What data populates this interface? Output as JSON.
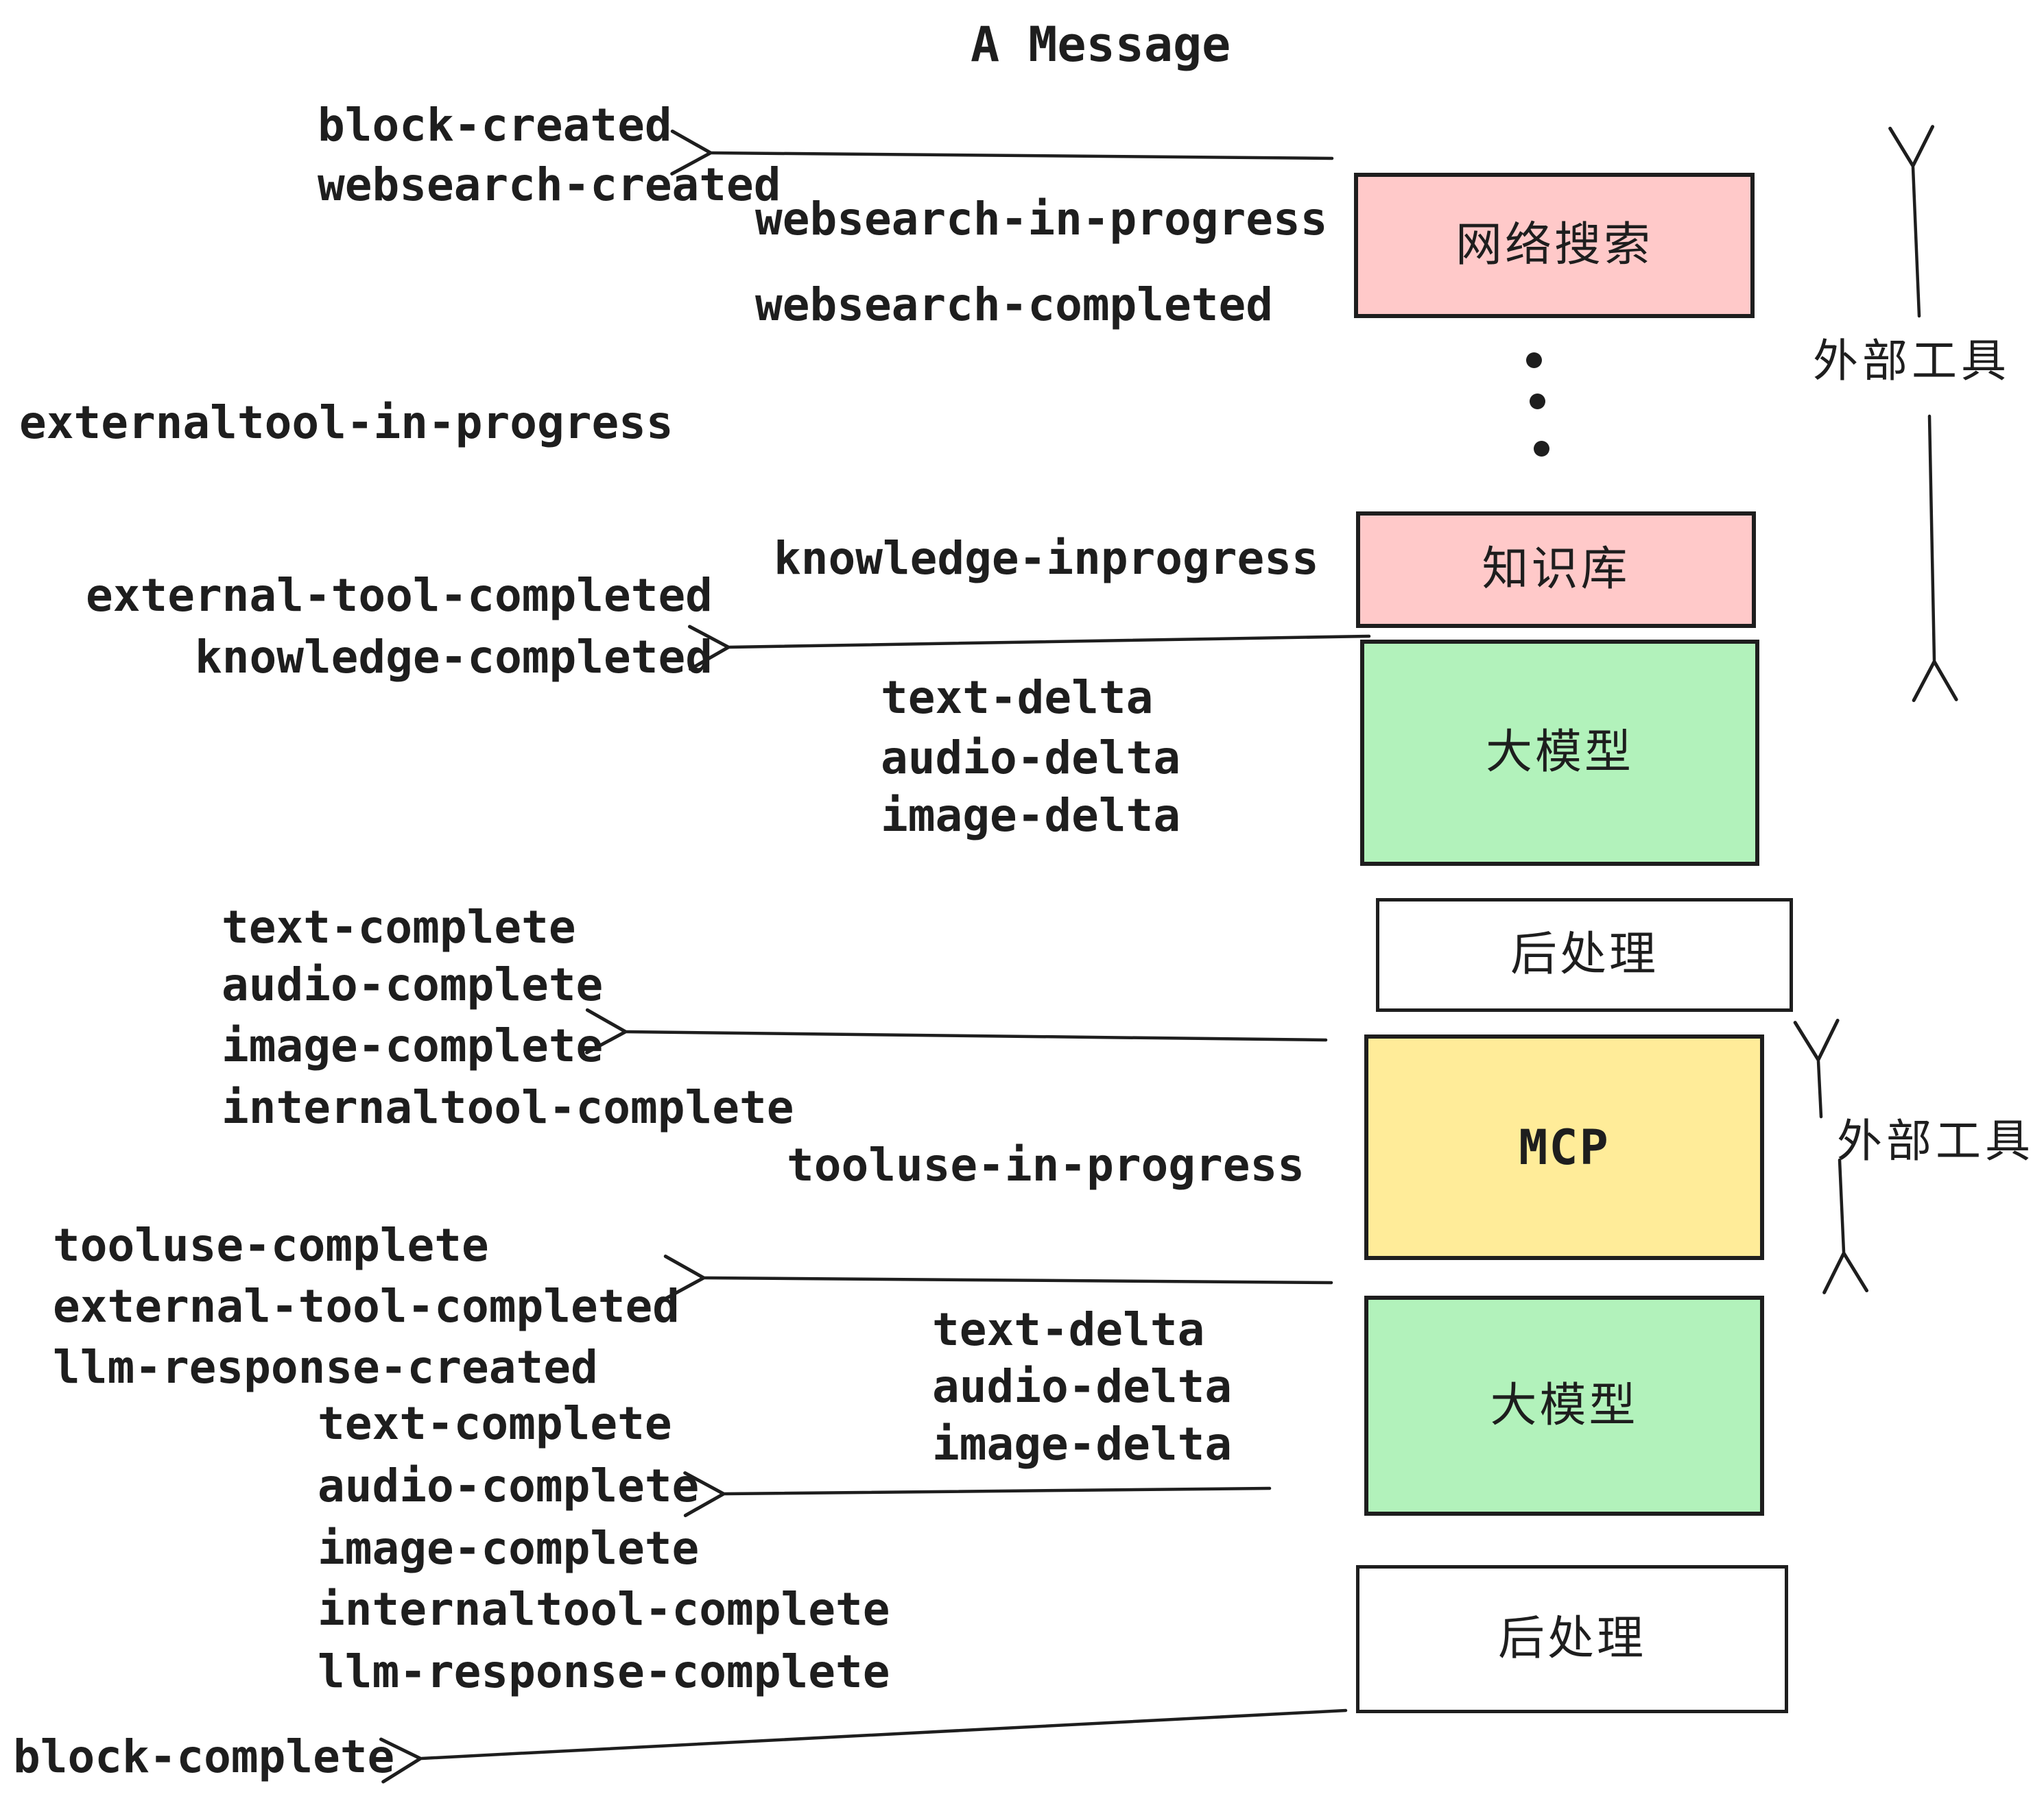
{
  "title": "A Message",
  "colors": {
    "pink": "#ffc9c9",
    "green": "#b2f2bb",
    "yellow": "#ffec99",
    "white": "#ffffff",
    "stroke": "#1e1e1e",
    "background": "#ffffff"
  },
  "boxes": {
    "websearch": {
      "label": "网络搜索",
      "color": "#ffc9c9"
    },
    "knowledge": {
      "label": "知识库",
      "color": "#ffc9c9"
    },
    "llm1": {
      "label": "大模型",
      "color": "#b2f2bb"
    },
    "postprocess1": {
      "label": "后处理",
      "color": "#ffffff"
    },
    "mcp": {
      "label": "MCP",
      "color": "#ffec99"
    },
    "llm2": {
      "label": "大模型",
      "color": "#b2f2bb"
    },
    "postprocess2": {
      "label": "后处理",
      "color": "#ffffff"
    }
  },
  "annotations": {
    "external_tools_top": "外部工具",
    "external_tools_mcp": "外部工具"
  },
  "events": {
    "block_created": "block-created",
    "websearch_created": "websearch-created",
    "websearch_in_progress": "websearch-in-progress",
    "websearch_completed": "websearch-completed",
    "externaltool_in_progress": "externaltool-in-progress",
    "external_tool_completed_1": "external-tool-completed",
    "knowledge_completed": "knowledge-completed",
    "knowledge_inprogress": "knowledge-inprogress",
    "text_delta_1": "text-delta",
    "audio_delta_1": "audio-delta",
    "image_delta_1": "image-delta",
    "text_complete_1": "text-complete",
    "audio_complete_1": "audio-complete",
    "image_complete_1": "image-complete",
    "internaltool_complete_1": "internaltool-complete",
    "tooluse_in_progress": "tooluse-in-progress",
    "tooluse_complete": "tooluse-complete",
    "external_tool_completed_2": "external-tool-completed",
    "llm_response_created": "llm-response-created",
    "text_complete_2": "text-complete",
    "audio_complete_2": "audio-complete",
    "image_complete_2": "image-complete",
    "internaltool_complete_2": "internaltool-complete",
    "llm_response_complete": "llm-response-complete",
    "text_delta_2": "text-delta",
    "audio_delta_2": "audio-delta",
    "image_delta_2": "image-delta",
    "block_complete": "block-complete"
  }
}
